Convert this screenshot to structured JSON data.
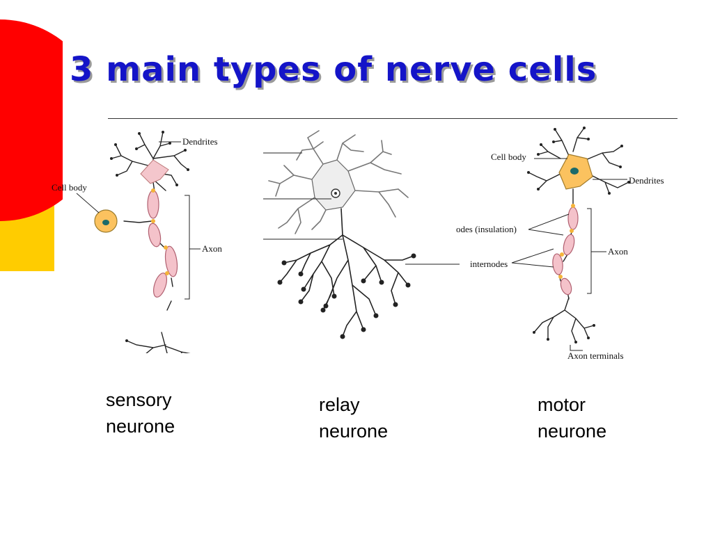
{
  "slide": {
    "title": "3 main types of nerve cells"
  },
  "theme": {
    "title_color": "#1414c8",
    "decoration_red": "#ff0000",
    "decoration_gold": "#ffcc00",
    "cell_body_pink": "#f4c6cc",
    "axon_segment_pink": "#f4c2ca",
    "cell_body_orange": "#fbc25f",
    "node_orange": "#f5b43a",
    "nucleus_teal": "#1b6a6a"
  },
  "diagrams": {
    "sensory": {
      "labels": {
        "dendrites": "Dendrites",
        "cell_body": "Cell body",
        "axon": "Axon"
      }
    },
    "motor": {
      "labels": {
        "cell_body": "Cell body",
        "dendrites": "Dendrites",
        "nodes": "odes (insulation)",
        "axon": "Axon",
        "internodes": "internodes",
        "axon_terminals": "Axon terminals"
      }
    }
  },
  "captions": {
    "sensory": [
      "sensory",
      "neurone"
    ],
    "relay": [
      "relay",
      "neurone"
    ],
    "motor": [
      "motor",
      "neurone"
    ]
  }
}
